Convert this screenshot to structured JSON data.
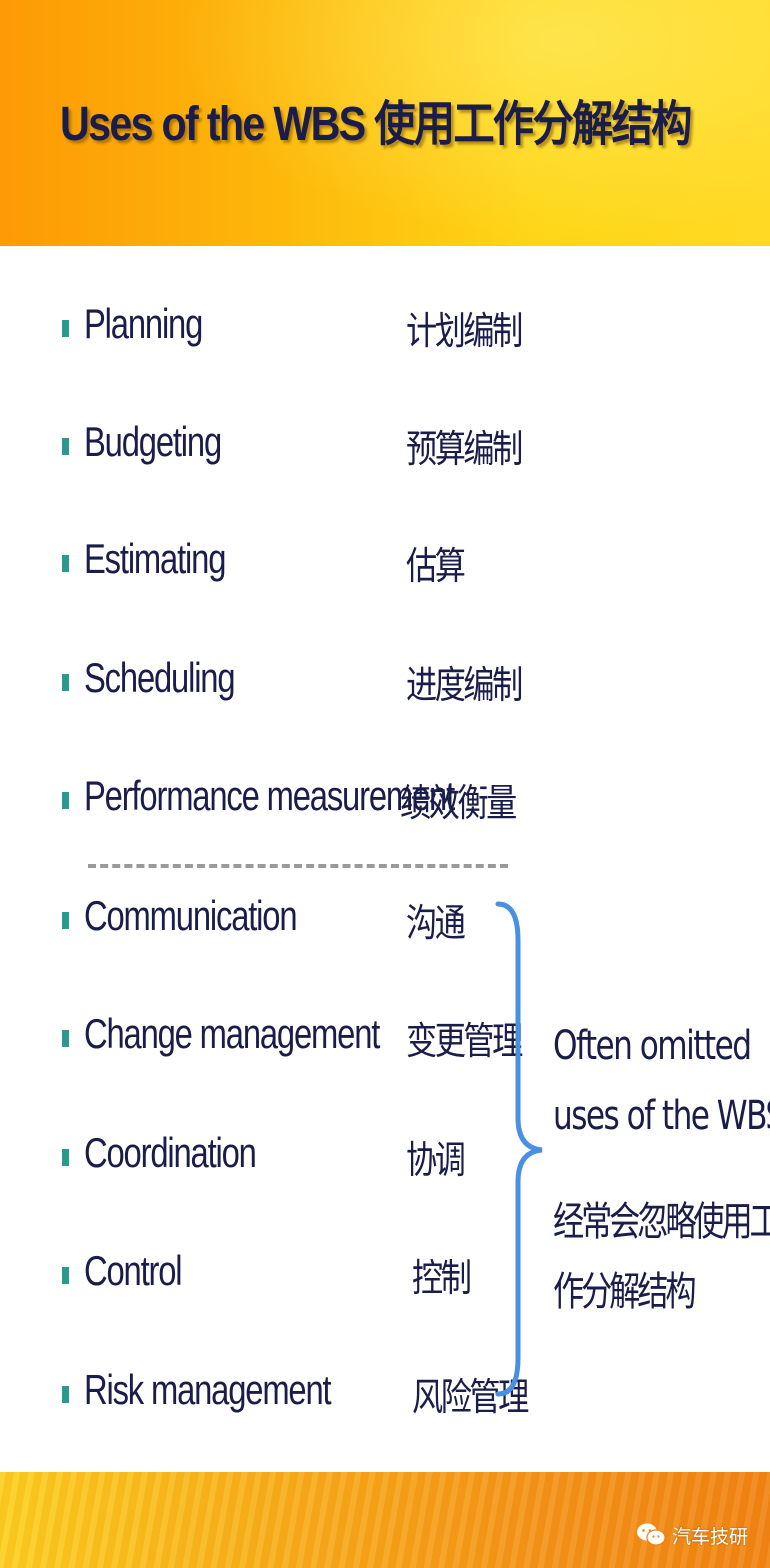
{
  "slide": {
    "title": "Uses of the WBS 使用工作分解结构"
  },
  "uses_common": [
    {
      "en": "Planning",
      "zh": "计划编制"
    },
    {
      "en": "Budgeting",
      "zh": "预算编制"
    },
    {
      "en": "Estimating",
      "zh": "估算"
    },
    {
      "en": "Scheduling",
      "zh": "进度编制"
    },
    {
      "en": "Performance measurement",
      "zh": "绩效衡量"
    }
  ],
  "uses_omitted": [
    {
      "en": "Communication",
      "zh": "沟通"
    },
    {
      "en": "Change management",
      "zh": "变更管理"
    },
    {
      "en": "Coordination",
      "zh": "协调"
    },
    {
      "en": "Control",
      "zh": "控制"
    },
    {
      "en": "Risk management",
      "zh": "风险管理"
    }
  ],
  "note": {
    "en_line1": "Often omitted",
    "en_line2": "uses of the WBS",
    "zh_line1": "经常会忽略使用工",
    "zh_line2": "作分解结构"
  },
  "watermark": {
    "text": "汽车技研",
    "icon": "wechat-icon"
  },
  "colors": {
    "title_text": "#1a1c4a",
    "bullet": "#2a9a8e",
    "brace": "#4a90e2",
    "header_orange": "#fd9a05",
    "header_yellow": "#fed616"
  }
}
